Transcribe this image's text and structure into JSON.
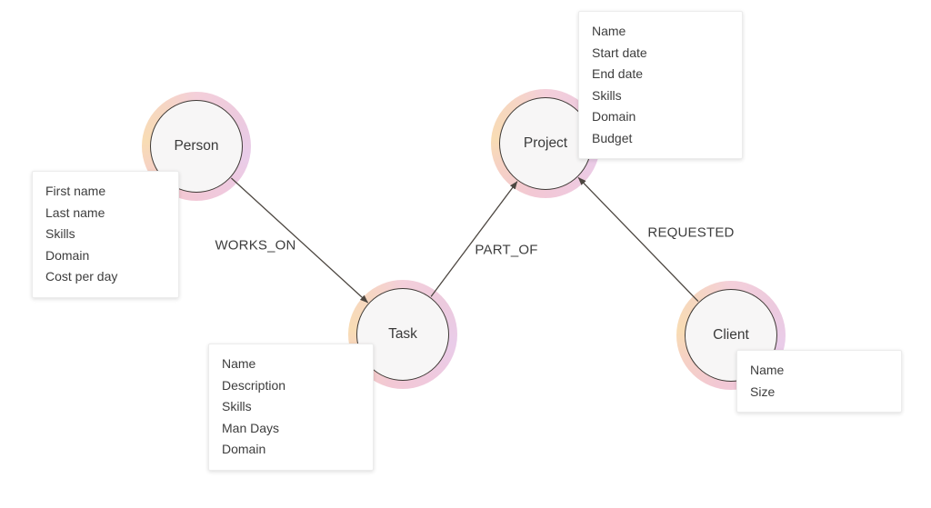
{
  "diagram": {
    "type": "graph-data-model",
    "nodes": [
      {
        "id": "person",
        "label": "Person",
        "properties": [
          "First name",
          "Last name",
          "Skills",
          "Domain",
          "Cost per day"
        ]
      },
      {
        "id": "task",
        "label": "Task",
        "properties": [
          "Name",
          "Description",
          "Skills",
          "Man Days",
          "Domain"
        ]
      },
      {
        "id": "project",
        "label": "Project",
        "properties": [
          "Name",
          "Start date",
          "End date",
          "Skills",
          "Domain",
          "Budget"
        ]
      },
      {
        "id": "client",
        "label": "Client",
        "properties": [
          "Name",
          "Size"
        ]
      }
    ],
    "relationships": [
      {
        "label": "WORKS_ON",
        "from": "Person",
        "to": "Task"
      },
      {
        "label": "PART_OF",
        "from": "Task",
        "to": "Project"
      },
      {
        "label": "REQUESTED",
        "from": "Client",
        "to": "Project"
      }
    ],
    "colors": {
      "node_fill": "#f7f6f6",
      "node_border": "#3f3a36",
      "ring_peach": "#f8dcb4",
      "ring_pink_top": "#f4cfda",
      "ring_lavender": "#e9cce9",
      "ring_pink_bottom": "#f2c8d4",
      "arrow": "#4c4640",
      "text": "#3d3d3d",
      "card_background": "#ffffff",
      "card_border": "#ececec"
    }
  }
}
